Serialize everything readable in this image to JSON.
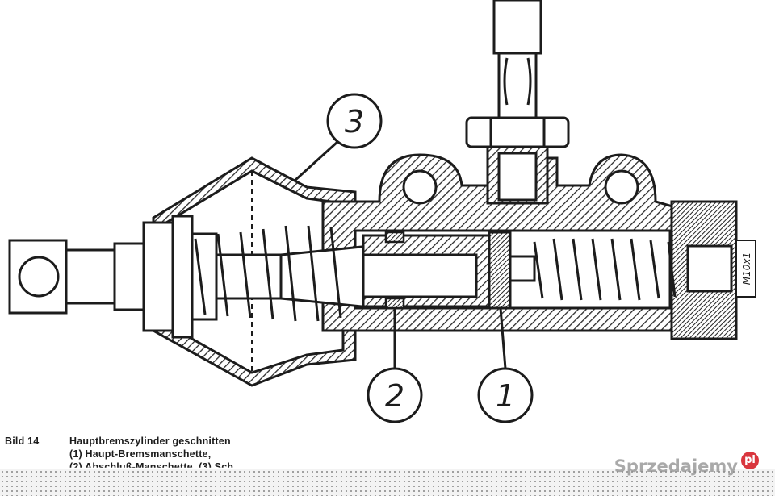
{
  "figure": {
    "label": "Bild 14",
    "title": "Hauptbremszylinder geschnitten",
    "lines": [
      "(1) Haupt-Bremsmanschette,",
      "(2) Abschluß-Manschette, (3) Sch"
    ]
  },
  "callouts": [
    {
      "id": "1",
      "text": "1"
    },
    {
      "id": "2",
      "text": "2"
    },
    {
      "id": "3",
      "text": "3"
    }
  ],
  "thread_label": "M10x1",
  "watermark": {
    "text": "Sprzedajemy",
    "badge": "pl"
  },
  "colors": {
    "ink": "#1c1c1c",
    "hatch": "#3a3a3a",
    "paper": "#ffffff"
  }
}
